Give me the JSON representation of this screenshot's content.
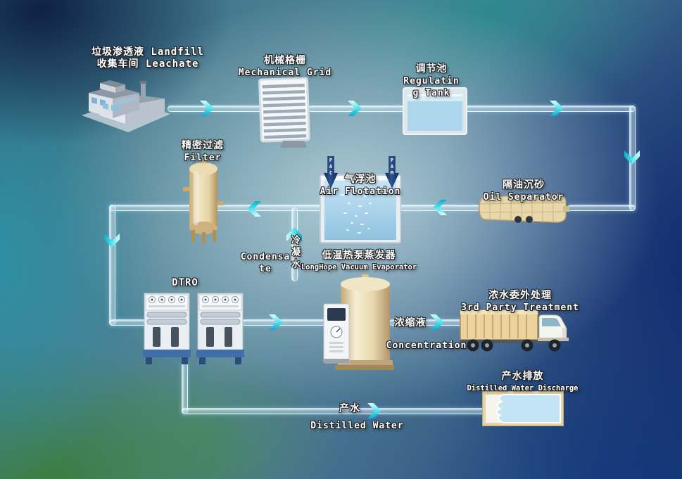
{
  "nodes": {
    "collection": {
      "line1": "垃圾渗透液 Landfill",
      "line2": "收集车间  Leachate"
    },
    "mechanical_grid": {
      "line1": "机械格栅",
      "line2": "Mechanical Grid"
    },
    "regulating_tank": {
      "line1": "调节池",
      "line2": "Regulating Tank"
    },
    "oil_separator": {
      "line1": "隔油沉砂",
      "line2": "Oil Separator"
    },
    "air_flotation": {
      "line1": "气浮池",
      "line2": "Air Flotation"
    },
    "filter": {
      "line1": "精密过滤",
      "line2": "Filter"
    },
    "evaporator": {
      "line1": "低温热泵蒸发器",
      "line2": "LongHope Vacuum Evaporator"
    },
    "dtro": {
      "line1": "DTRO"
    },
    "third_party": {
      "line1": "浓水委外处理",
      "line2": "3rd Party Treatment"
    },
    "discharge": {
      "line1": "产水排放",
      "line2": "Distilled Water Discharge"
    }
  },
  "streams": {
    "condensate_en": "Condensate",
    "condensate_zh": "冷凝水",
    "concentrate_zh": "浓缩液",
    "concentrate_en": "Concentration",
    "product_zh": "产水",
    "product_en": "Distilled Water"
  },
  "dosing": {
    "left": "PAC",
    "right": "PAM"
  },
  "colors": {
    "flow_arrow": "#2fd2e4",
    "dosing_arrow": "#14336e",
    "pipe": "#d7ecf8",
    "vessel_tan": "#e8d8ae",
    "water": "#a9d3ea",
    "skid_base_blue": "#3f6ea8"
  }
}
